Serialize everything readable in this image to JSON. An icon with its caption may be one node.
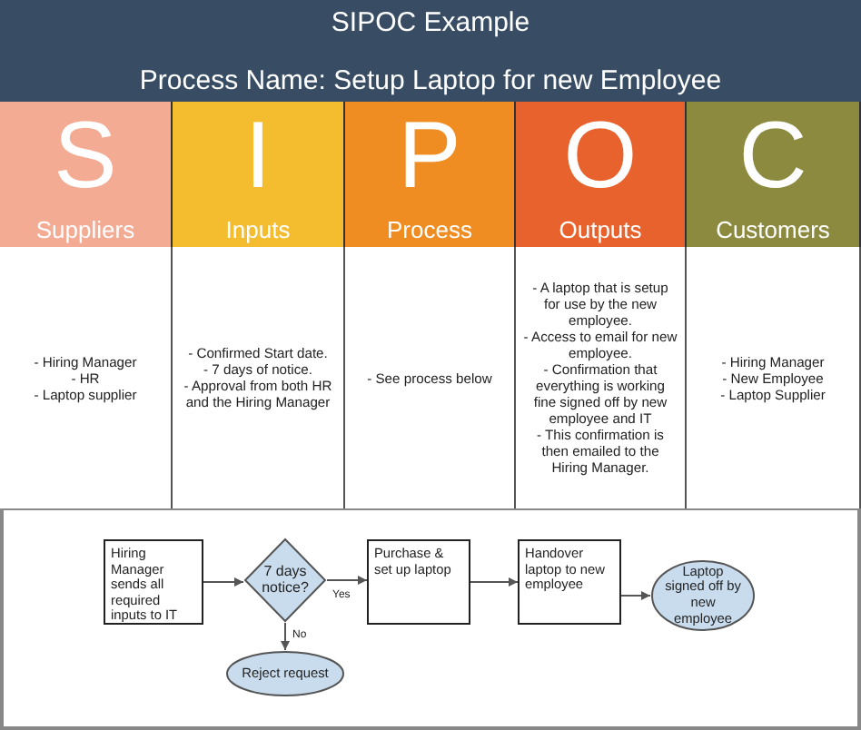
{
  "diagram": {
    "title": "SIPOC Example",
    "nodes": [
      {
        "text": [
          "Hiring Manager sends all required inputs to IT"
        ]
      },
      {
        "text": [
          "7 days notice?"
        ]
      },
      {
        "text": [
          "Purchase & set up laptop"
        ]
      },
      {
        "text": [
          "Handover laptop to new employee"
        ]
      },
      {
        "text": [
          "Laptop signed off by new employee"
        ]
      },
      {
        "text": [
          "Reject request"
        ]
      }
    ],
    "edges": [
      {
        "from": 0,
        "to": 1,
        "arrow": "to"
      },
      {
        "from": 1,
        "to": 2,
        "arrow": "to",
        "label": "Yes"
      },
      {
        "from": 1,
        "to": 5,
        "arrow": "to",
        "label": "No"
      },
      {
        "from": 2,
        "to": 3,
        "arrow": "to"
      },
      {
        "from": 3,
        "to": 4,
        "arrow": "to"
      }
    ],
    "labels": [
      "Process Name: Setup Laptop for new Employee",
      "S",
      "I",
      "P",
      "O",
      "C",
      "Suppliers",
      "Inputs",
      "Process",
      "Outputs",
      "Customers",
      "- Hiring Manager",
      "- HR",
      "- Laptop supplier",
      "- Confirmed Start date.",
      "- 7 days of notice.",
      "- Approval from both HR and the Hiring Manager",
      "- See process below",
      "- A laptop that is setup for use by the new employee.",
      "- Access to email for new employee.",
      "- Confirmation that everything is working fine signed off by new employee and IT",
      "- This confirmation is then emailed to the Hiring Manager.",
      "- Hiring Manager",
      "- New Employee",
      "- Laptop Supplier"
    ]
  }
}
